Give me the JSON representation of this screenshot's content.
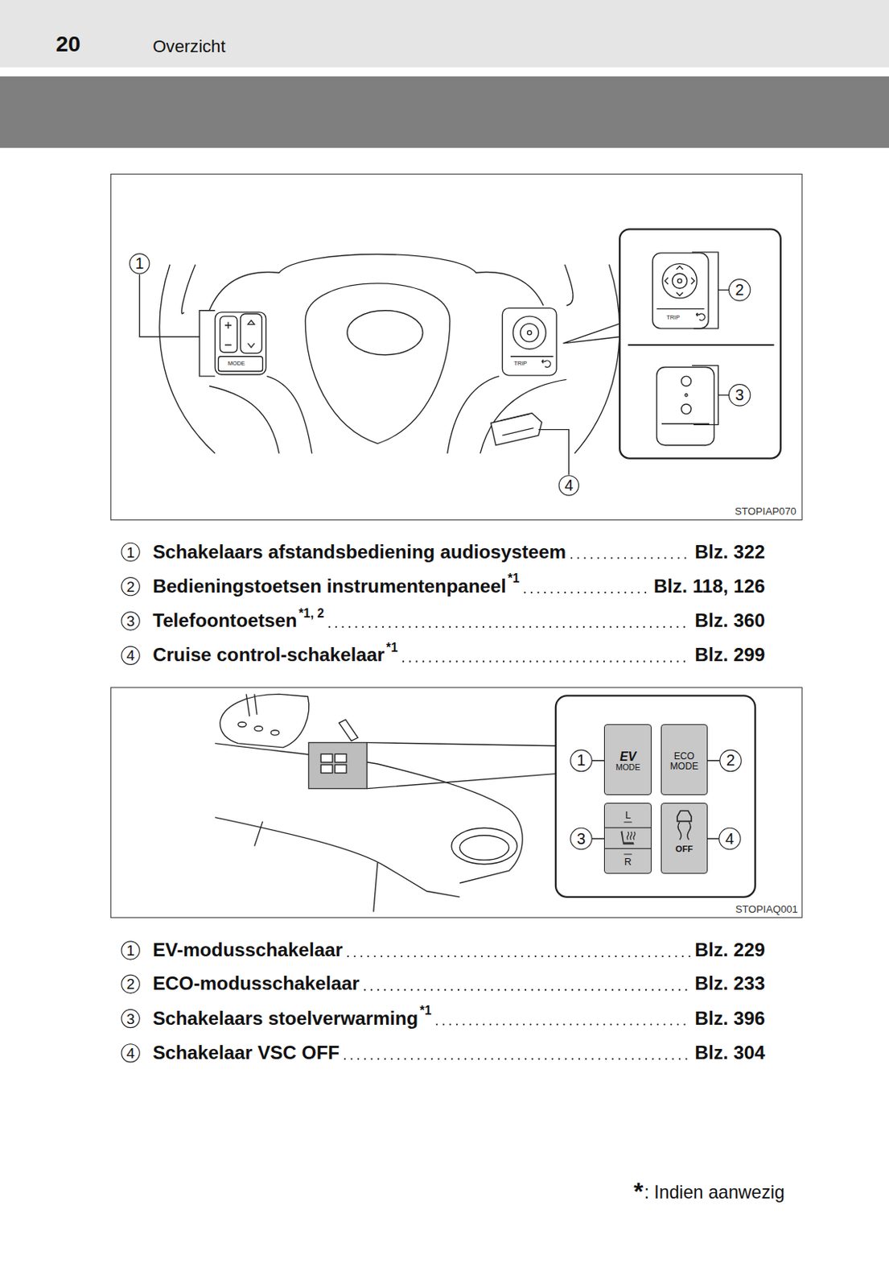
{
  "diagram": {
    "nodes": [
      {
        "text": [
          "EV",
          "MODE"
        ]
      },
      {
        "text": [
          "ECO MODE"
        ]
      },
      {
        "text": [
          "L",
          "R"
        ]
      },
      {
        "text": [
          "OFF"
        ]
      }
    ],
    "labels": [
      "20",
      "Overzicht",
      "1",
      "2",
      "3",
      "4",
      "MODE",
      "TRIP",
      "TRIP",
      "STOPIAP070",
      "1",
      "Schakelaars afstandsbediening audiosysteem",
      "Blz. 322",
      "2",
      "Bedieningstoetsen instrumentenpaneel",
      "*1",
      "Blz. 118, 126",
      "3",
      "Telefoontoetsen",
      "*1, 2",
      "Blz. 360",
      "4",
      "Cruise control-schakelaar",
      "*1",
      "Blz. 299",
      "1",
      "2",
      "3",
      "4",
      "STOPIAQ001",
      "1",
      "EV-modusschakelaar",
      "Blz. 229",
      "2",
      "ECO-modusschakelaar",
      "Blz. 233",
      "3",
      "Schakelaars stoelverwarming",
      "*1",
      "Blz. 396",
      "4",
      "Schakelaar VSC OFF",
      "Blz. 304",
      "*",
      ": Indien aanwezig"
    ]
  }
}
